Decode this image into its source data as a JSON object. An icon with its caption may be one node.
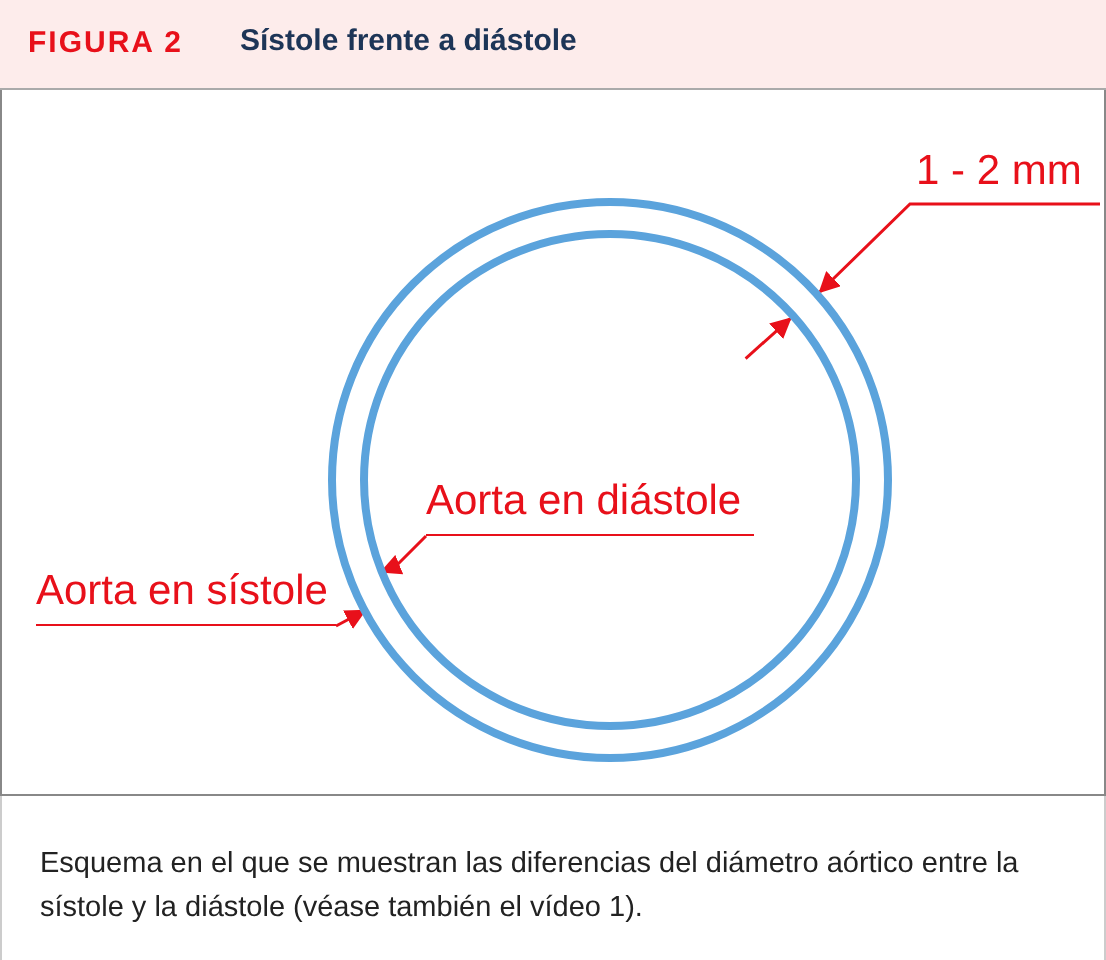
{
  "diagram": {
    "title": "Sístole frente a diástole",
    "caption": "Esquema en el que se muestran las diferencias del diámetro aórtico entre la sístole y la diástole (véase también el vídeo 1).",
    "nodes": [
      {
        "text": [
          "Aorta en diástole"
        ],
        "in": 1
      },
      {
        "text": [],
        "shape": "circle",
        "in": 3
      },
      {
        "text": [
          "Aorta en sístole"
        ]
      },
      {
        "text": [],
        "shape": "circle"
      }
    ],
    "edges": [
      {
        "from": 0,
        "to": 1,
        "arrow": "to"
      },
      {
        "from": 2,
        "to": 3,
        "arrow": "to"
      }
    ],
    "labels": [
      "FIGURA 2",
      "1 - 2 mm"
    ]
  }
}
